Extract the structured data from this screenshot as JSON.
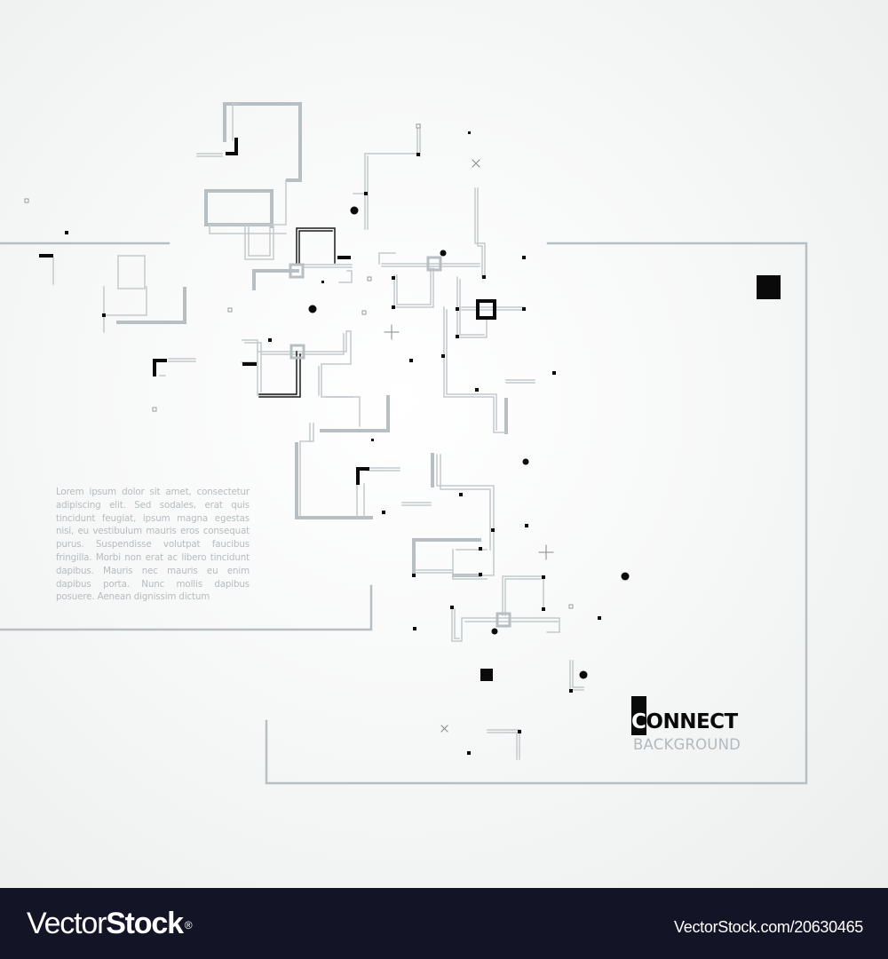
{
  "artwork": {
    "title": "CONNECT",
    "subtitle": "BACKGROUND",
    "first_letter": "C",
    "rest_letters": "ONNECT",
    "body_text": "Lorem ipsum dolor sit amet, consectetur adipiscing elit. Sed sodales, erat quis tincidunt feugiat, ipsum magna egestas nisi, eu vestibulum mauris eros consequat purus. Suspendisse volutpat faucibus fringilla. Morbi non erat ac libero tincidunt dapibus. Mauris nec mauris eu enim dapibus porta. Nunc mollis dapibus posuere. Aenean dignissim dictum",
    "colors": {
      "background": "#f5f6f6",
      "line_gray": "#b8bfc2",
      "black": "#0a0a0a",
      "text_gray": "#b6bcbf"
    },
    "decorations": [
      "circuit-lines",
      "frame-top-right",
      "frame-left",
      "frame-bottom",
      "dots",
      "squares",
      "crosshairs",
      "x-marks"
    ]
  },
  "footer": {
    "brand_light": "Vector",
    "brand_bold": "Stock",
    "brand_mark": "®",
    "reference": "VectorStock.com/20630465",
    "background": "#131527"
  }
}
